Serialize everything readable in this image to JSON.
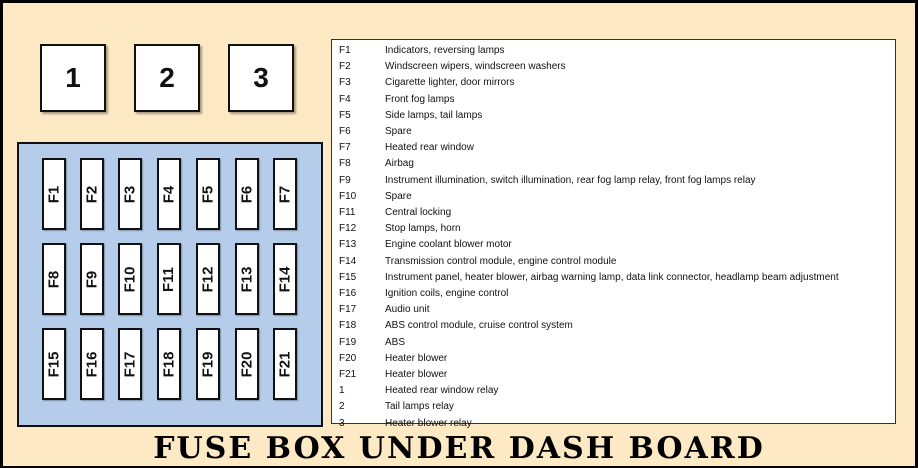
{
  "relays": [
    {
      "label": "1"
    },
    {
      "label": "2"
    },
    {
      "label": "3"
    }
  ],
  "fuses": [
    [
      "F1",
      "F2",
      "F3",
      "F4",
      "F5",
      "F6",
      "F7"
    ],
    [
      "F8",
      "F9",
      "F10",
      "F11",
      "F12",
      "F13",
      "F14"
    ],
    [
      "F15",
      "F16",
      "F17",
      "F18",
      "F19",
      "F20",
      "F21"
    ]
  ],
  "legend": [
    {
      "code": "F1",
      "desc": "Indicators, reversing lamps"
    },
    {
      "code": "F2",
      "desc": "Windscreen wipers, windscreen washers"
    },
    {
      "code": "F3",
      "desc": "Cigarette lighter, door mirrors"
    },
    {
      "code": "F4",
      "desc": "Front fog lamps"
    },
    {
      "code": "F5",
      "desc": "Side lamps, tail lamps"
    },
    {
      "code": "F6",
      "desc": "Spare"
    },
    {
      "code": "F7",
      "desc": "Heated rear window"
    },
    {
      "code": "F8",
      "desc": "Airbag"
    },
    {
      "code": "F9",
      "desc": "Instrument illumination, switch illumination, rear fog lamp relay, front fog lamps relay"
    },
    {
      "code": "F10",
      "desc": "Spare"
    },
    {
      "code": "F11",
      "desc": "Central locking"
    },
    {
      "code": "F12",
      "desc": "Stop lamps, horn"
    },
    {
      "code": "F13",
      "desc": "Engine coolant blower motor"
    },
    {
      "code": "F14",
      "desc": "Transmission control module, engine control module"
    },
    {
      "code": "F15",
      "desc": "Instrument panel, heater blower, airbag warning lamp, data link connector, headlamp beam adjustment"
    },
    {
      "code": "F16",
      "desc": "Ignition coils, engine control"
    },
    {
      "code": "F17",
      "desc": "Audio unit"
    },
    {
      "code": "F18",
      "desc": "ABS control module, cruise control system"
    },
    {
      "code": "F19",
      "desc": "ABS"
    },
    {
      "code": "F20",
      "desc": "Heater blower"
    },
    {
      "code": "F21",
      "desc": "Heater blower"
    },
    {
      "code": "1",
      "desc": "Heated rear window relay"
    },
    {
      "code": "2",
      "desc": "Tail lamps relay"
    },
    {
      "code": "3",
      "desc": "Heater blower relay"
    }
  ],
  "title": "FUSE BOX UNDER DASH BOARD",
  "colors": {
    "background": "#fdeac4",
    "fusebox": "#b5cdeb",
    "border": "#000000"
  }
}
